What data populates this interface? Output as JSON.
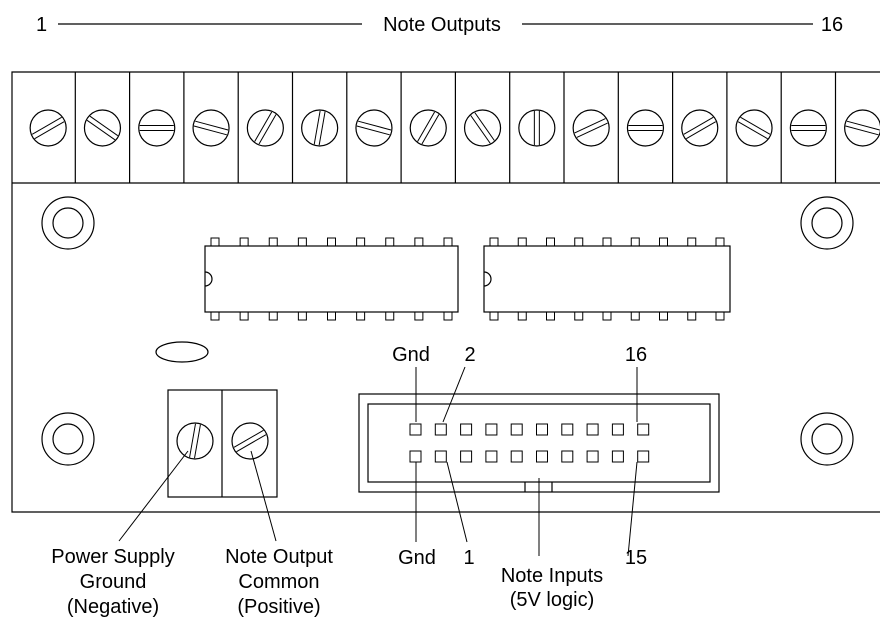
{
  "top_label": {
    "title": "Note Outputs",
    "first": "1",
    "last": "16"
  },
  "terminal_angles": [
    -30,
    35,
    0,
    15,
    -60,
    -80,
    15,
    -60,
    55,
    -90,
    -25,
    0,
    -30,
    30,
    0,
    15
  ],
  "power_terminal_angles": [
    -80,
    -30
  ],
  "header": {
    "gnd_top": "Gnd",
    "pin_2": "2",
    "pin_16": "16",
    "gnd_bottom": "Gnd",
    "pin_1": "1",
    "pin_15": "15",
    "pins_per_row": 10
  },
  "captions": {
    "ground_line1": "Power Supply",
    "ground_line2": "Ground",
    "ground_line3": "(Negative)",
    "common_line1": "Note Output",
    "common_line2": "Common",
    "common_line3": "(Positive)",
    "inputs_line1": "Note Inputs",
    "inputs_line2": "(5V logic)"
  }
}
